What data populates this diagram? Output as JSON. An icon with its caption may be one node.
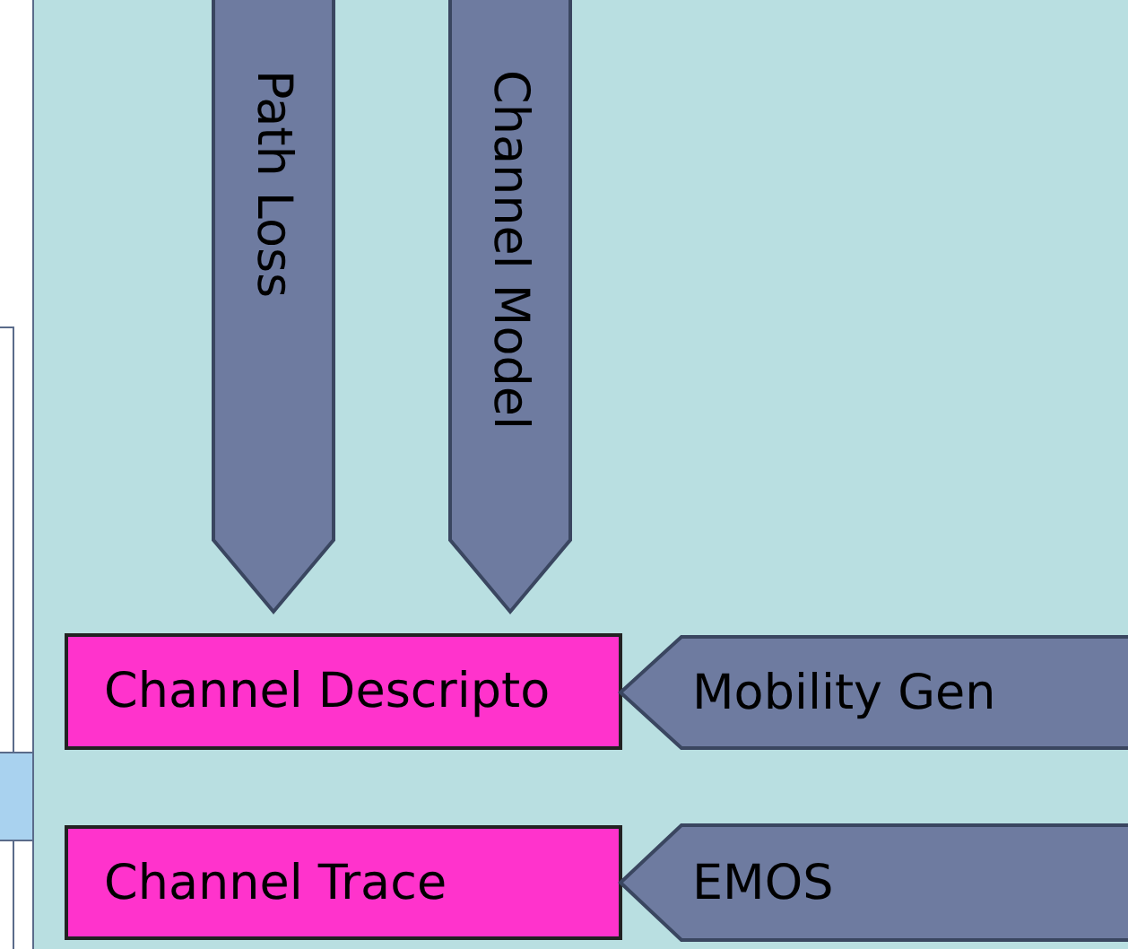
{
  "diagram": {
    "nodes": [
      {
        "text": [],
        "shape": "box"
      },
      {
        "text": [],
        "shape": "box"
      },
      {
        "text": [],
        "shape": "box"
      },
      {
        "text": [
          "Path Loss"
        ],
        "in": 2
      },
      {
        "text": [
          "Channel Model"
        ],
        "in": 2
      },
      {
        "text": [
          "Channel Descripto"
        ],
        "in": 2
      },
      {
        "text": [
          "Mobility Gen"
        ],
        "in": 2
      },
      {
        "text": [
          "Channel Trace"
        ],
        "in": 2
      },
      {
        "text": [
          "EMOS"
        ],
        "in": 2
      }
    ]
  }
}
